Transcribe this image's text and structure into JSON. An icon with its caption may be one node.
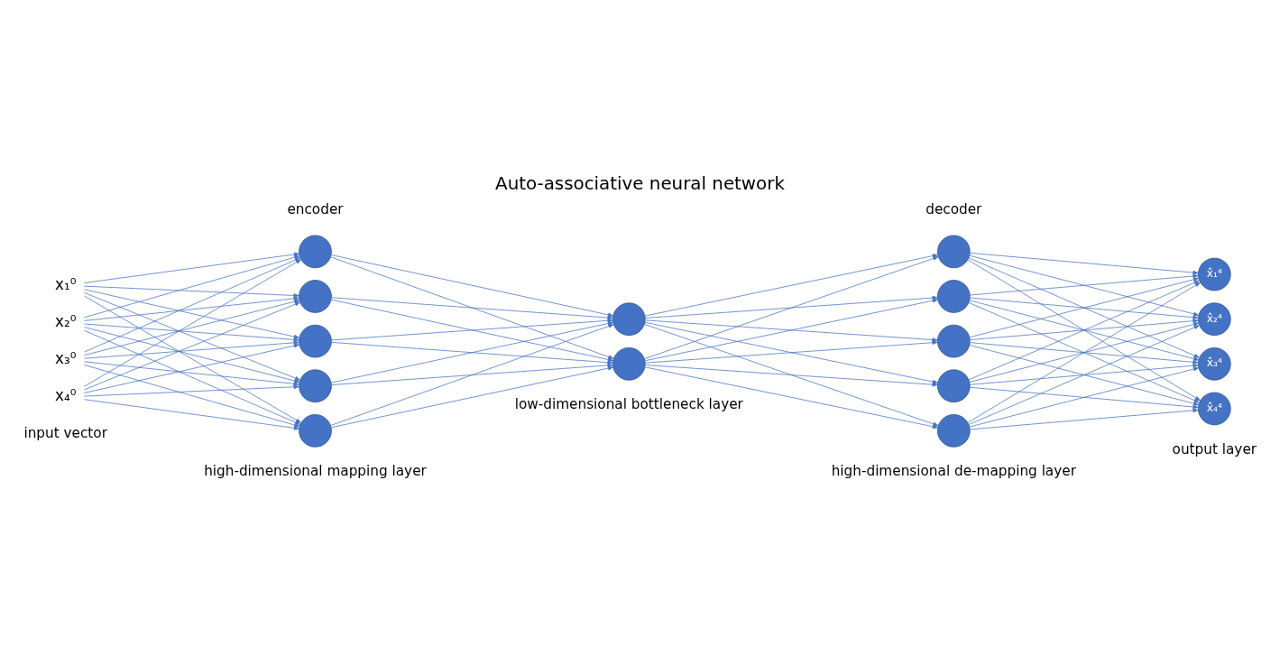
{
  "diagram": {
    "title": "Auto-associative neural network",
    "nodes": [
      {
        "text": [
          "x₁⁰"
        ]
      },
      {
        "text": [
          "x₂⁰"
        ]
      },
      {
        "text": [
          "x₃⁰"
        ]
      },
      {
        "text": [
          "x₄⁰"
        ]
      },
      {
        "text": [],
        "shape": "circle"
      },
      {
        "text": [],
        "shape": "circle"
      },
      {
        "text": [],
        "shape": "circle"
      },
      {
        "text": [],
        "shape": "circle"
      },
      {
        "text": [],
        "shape": "circle"
      },
      {
        "text": [],
        "shape": "circle"
      },
      {
        "text": [],
        "shape": "circle"
      },
      {
        "text": [],
        "shape": "circle"
      },
      {
        "text": [],
        "shape": "circle"
      },
      {
        "text": [],
        "shape": "circle"
      },
      {
        "text": [],
        "shape": "circle"
      },
      {
        "text": [],
        "shape": "circle"
      },
      {
        "text": [
          "x̂₁⁴"
        ]
      },
      {
        "text": [
          "x̂₂⁴"
        ]
      },
      {
        "text": [
          "x̂₃⁴"
        ]
      },
      {
        "text": [
          "x̂₄⁴"
        ]
      }
    ],
    "edges": [
      {
        "from": 0,
        "to": 4,
        "arrow": "to"
      },
      {
        "from": 0,
        "to": 5,
        "arrow": "to"
      },
      {
        "from": 0,
        "to": 6,
        "arrow": "to"
      },
      {
        "from": 0,
        "to": 7,
        "arrow": "to"
      },
      {
        "from": 0,
        "to": 8,
        "arrow": "to"
      },
      {
        "from": 1,
        "to": 4,
        "arrow": "to"
      },
      {
        "from": 1,
        "to": 5,
        "arrow": "to"
      },
      {
        "from": 1,
        "to": 6,
        "arrow": "to"
      },
      {
        "from": 1,
        "to": 7,
        "arrow": "to"
      },
      {
        "from": 1,
        "to": 8,
        "arrow": "to"
      },
      {
        "from": 2,
        "to": 4,
        "arrow": "to"
      },
      {
        "from": 2,
        "to": 5,
        "arrow": "to"
      },
      {
        "from": 2,
        "to": 6,
        "arrow": "to"
      },
      {
        "from": 2,
        "to": 7,
        "arrow": "to"
      },
      {
        "from": 2,
        "to": 8,
        "arrow": "to"
      },
      {
        "from": 3,
        "to": 4,
        "arrow": "to"
      },
      {
        "from": 3,
        "to": 5,
        "arrow": "to"
      },
      {
        "from": 3,
        "to": 6,
        "arrow": "to"
      },
      {
        "from": 3,
        "to": 7,
        "arrow": "to"
      },
      {
        "from": 3,
        "to": 8,
        "arrow": "to"
      },
      {
        "from": 4,
        "to": 9,
        "arrow": "to"
      },
      {
        "from": 4,
        "to": 10,
        "arrow": "to"
      },
      {
        "from": 5,
        "to": 9,
        "arrow": "to"
      },
      {
        "from": 5,
        "to": 10,
        "arrow": "to"
      },
      {
        "from": 6,
        "to": 9,
        "arrow": "to"
      },
      {
        "from": 6,
        "to": 10,
        "arrow": "to"
      },
      {
        "from": 7,
        "to": 9,
        "arrow": "to"
      },
      {
        "from": 7,
        "to": 10,
        "arrow": "to"
      },
      {
        "from": 8,
        "to": 9,
        "arrow": "to"
      },
      {
        "from": 8,
        "to": 10,
        "arrow": "to"
      },
      {
        "from": 9,
        "to": 11,
        "arrow": "to"
      },
      {
        "from": 9,
        "to": 12,
        "arrow": "to"
      },
      {
        "from": 9,
        "to": 13,
        "arrow": "to"
      },
      {
        "from": 9,
        "to": 14,
        "arrow": "to"
      },
      {
        "from": 9,
        "to": 15,
        "arrow": "to"
      },
      {
        "from": 10,
        "to": 11,
        "arrow": "to"
      },
      {
        "from": 10,
        "to": 12,
        "arrow": "to"
      },
      {
        "from": 10,
        "to": 13,
        "arrow": "to"
      },
      {
        "from": 10,
        "to": 14,
        "arrow": "to"
      },
      {
        "from": 10,
        "to": 15,
        "arrow": "to"
      },
      {
        "from": 11,
        "to": 16,
        "arrow": "to"
      },
      {
        "from": 11,
        "to": 17,
        "arrow": "to"
      },
      {
        "from": 11,
        "to": 18,
        "arrow": "to"
      },
      {
        "from": 11,
        "to": 19,
        "arrow": "to"
      },
      {
        "from": 12,
        "to": 16,
        "arrow": "to"
      },
      {
        "from": 12,
        "to": 17,
        "arrow": "to"
      },
      {
        "from": 12,
        "to": 18,
        "arrow": "to"
      },
      {
        "from": 12,
        "to": 19,
        "arrow": "to"
      },
      {
        "from": 13,
        "to": 16,
        "arrow": "to"
      },
      {
        "from": 13,
        "to": 17,
        "arrow": "to"
      },
      {
        "from": 13,
        "to": 18,
        "arrow": "to"
      },
      {
        "from": 13,
        "to": 19,
        "arrow": "to"
      },
      {
        "from": 14,
        "to": 16,
        "arrow": "to"
      },
      {
        "from": 14,
        "to": 17,
        "arrow": "to"
      },
      {
        "from": 14,
        "to": 18,
        "arrow": "to"
      },
      {
        "from": 14,
        "to": 19,
        "arrow": "to"
      },
      {
        "from": 15,
        "to": 16,
        "arrow": "to"
      },
      {
        "from": 15,
        "to": 17,
        "arrow": "to"
      },
      {
        "from": 15,
        "to": 18,
        "arrow": "to"
      },
      {
        "from": 15,
        "to": 19,
        "arrow": "to"
      }
    ],
    "labels": [
      "encoder",
      "decoder",
      "input vector",
      "high-dimensional mapping layer",
      "low-dimensional bottleneck layer",
      "high-dimensional de-mapping layer",
      "output layer"
    ]
  }
}
